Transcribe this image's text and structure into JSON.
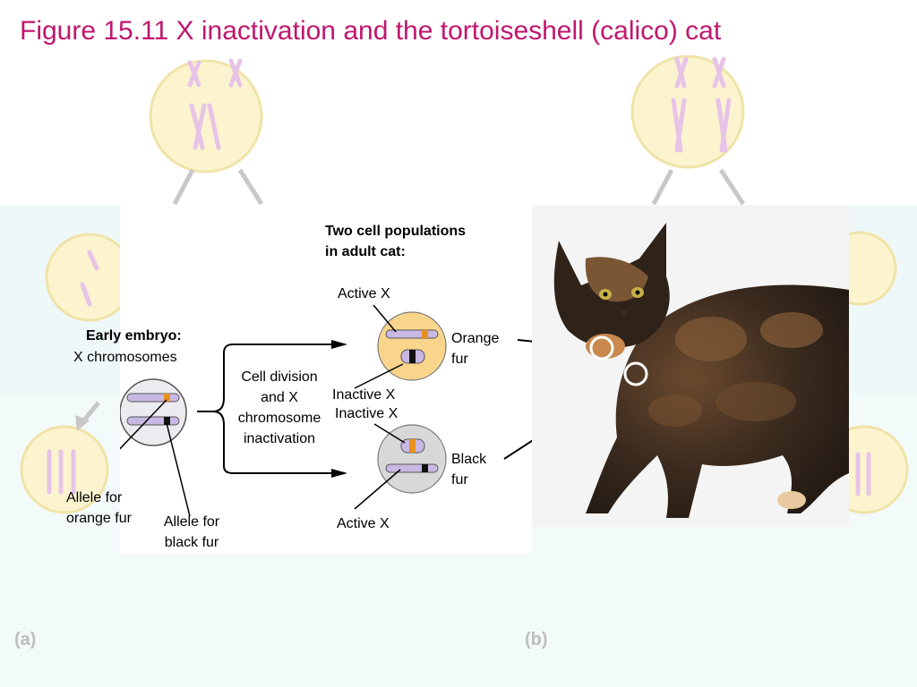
{
  "title": "Figure 15.11 X inactivation and the tortoiseshell (calico) cat",
  "panels": {
    "a": "(a)",
    "b": "(b)"
  },
  "embryo": {
    "heading": "Early embryo:",
    "subheading": "X chromosomes",
    "allele_orange": [
      "Allele for",
      "orange fur"
    ],
    "allele_black": [
      "Allele for",
      "black fur"
    ]
  },
  "process": [
    "Cell division",
    "and X",
    "chromosome",
    "inactivation"
  ],
  "adult": {
    "heading": [
      "Two cell populations",
      "in adult cat:"
    ],
    "top_cell": {
      "active": "Active X",
      "inactive": "Inactive X",
      "fur": [
        "Orange",
        "fur"
      ]
    },
    "bottom_cell": {
      "inactive": "Inactive X",
      "active": "Active X",
      "fur": [
        "Black",
        "fur"
      ]
    }
  },
  "colors": {
    "title": "#c0166e",
    "orange_allele": "#e8901e",
    "black_allele": "#111111",
    "chromosome": "#c9b8e3",
    "active_cell": "#f9d48b",
    "inactive_cell": "#d8d8d8"
  }
}
